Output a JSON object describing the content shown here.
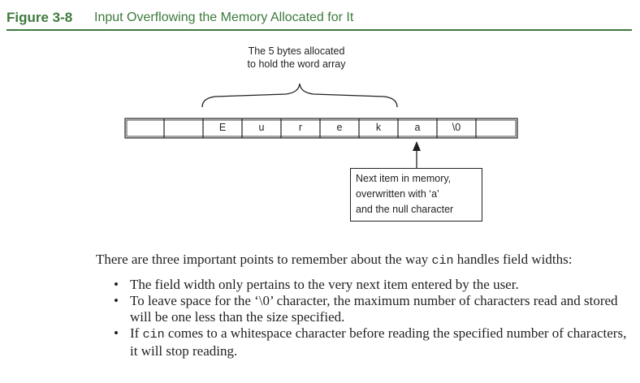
{
  "figure": {
    "label": "Figure 3-8",
    "title": "Input Overflowing the Memory Allocated for It"
  },
  "diagram": {
    "brace_note_line1": "The 5 bytes allocated",
    "brace_note_line2": "to hold the word array",
    "cells": [
      "",
      "",
      "E",
      "u",
      "r",
      "e",
      "k",
      "a",
      "\\0",
      ""
    ],
    "callout_line1": "Next item in memory,",
    "callout_line2": "overwritten with ‘a’",
    "callout_line3": "and the null character"
  },
  "body": {
    "intro_prefix": "There are three important points to remember about the way ",
    "intro_code": "cin",
    "intro_suffix": " handles field widths:",
    "bullet1": "The field width only pertains to the very next item entered by the user.",
    "bullet2": "To leave space for the ‘\\0’ character, the maximum number of characters read and stored will be one less than the size specified.",
    "bullet3_prefix": "If ",
    "bullet3_code": "cin",
    "bullet3_suffix": " comes to a whitespace character before reading the specified number of characters, it will stop reading."
  }
}
